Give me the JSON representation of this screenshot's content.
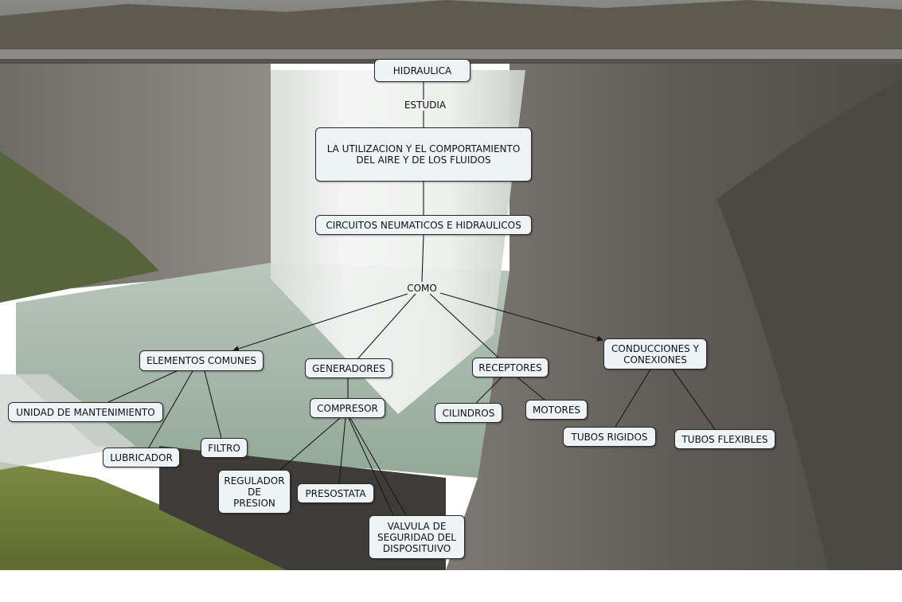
{
  "nodes": {
    "hidraulica": "HIDRAULICA",
    "estudia": "ESTUDIA",
    "utilizacion": "LA UTILIZACION Y EL COMPORTAMIENTO\nDEL AIRE Y DE LOS FLUIDOS",
    "circuitos": "CIRCUITOS NEUMATICOS E HIDRAULICOS",
    "como": "COMO",
    "elementos": "ELEMENTOS COMUNES",
    "generadores": "GENERADORES",
    "receptores": "RECEPTORES",
    "conducciones": "CONDUCCIONES Y\nCONEXIONES",
    "unidad": "UNIDAD DE MANTENIMIENTO",
    "lubricador": "LUBRICADOR",
    "filtro": "FILTRO",
    "compresor": "COMPRESOR",
    "regulador": "REGULADOR\nDE\nPRESION",
    "presostato": "PRESOSTATA",
    "valvula": "VALVULA DE\nSEGURIDAD DEL\nDISPOSITUIVO",
    "cilindros": "CILINDROS",
    "motores": "MOTORES",
    "rigidos": "TUBOS RIGIDOS",
    "flexibles": "TUBOS FLEXIBLES"
  },
  "colors": {
    "node_fill": "#eef4f5",
    "node_border": "#2a2a2a",
    "line": "#1a1a1a"
  }
}
